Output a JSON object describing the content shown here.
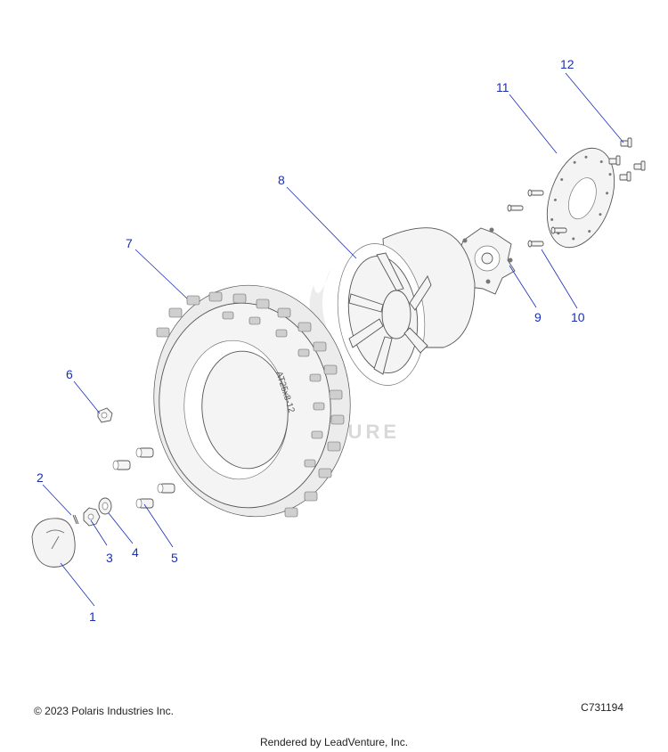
{
  "watermark": "LEADVENTURE",
  "tire_sidewall_text": "AT25x8-12",
  "callouts": [
    "1",
    "2",
    "3",
    "4",
    "5",
    "6",
    "7",
    "8",
    "9",
    "10",
    "11",
    "12"
  ],
  "footer": {
    "copyright": "© 2023 Polaris Industries Inc.",
    "drawing_id": "C731194",
    "rendered_by": "Rendered by LeadVenture, Inc."
  },
  "colors": {
    "callout": "#1a2fb8",
    "line_art": "#555555"
  }
}
